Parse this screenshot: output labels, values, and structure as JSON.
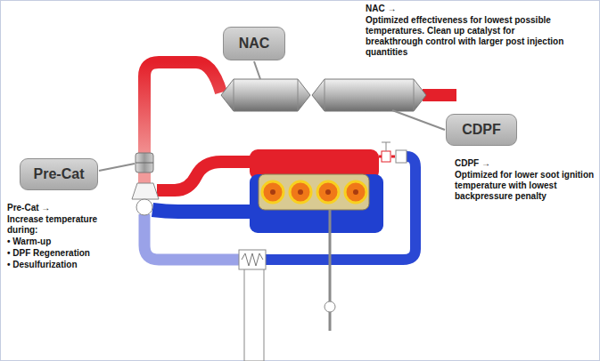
{
  "diagram": {
    "nodes": [
      {
        "text": [
          "NAC"
        ]
      },
      {
        "text": [
          "CDPF"
        ]
      },
      {
        "text": [
          "Pre-Cat"
        ]
      }
    ],
    "labels": [
      "NAC →",
      "Optimized effectiveness for lowest possible temperatures. Clean up catalyst for breakthrough control with larger post injection quantities",
      "CDPF →",
      "Optimized for lower soot ignition temperature with lowest backpressure penalty",
      "Pre-Cat →",
      "Increase temperature during:",
      "• Warm-up",
      "• DPF Regeneration",
      "• Desulfurization"
    ]
  }
}
